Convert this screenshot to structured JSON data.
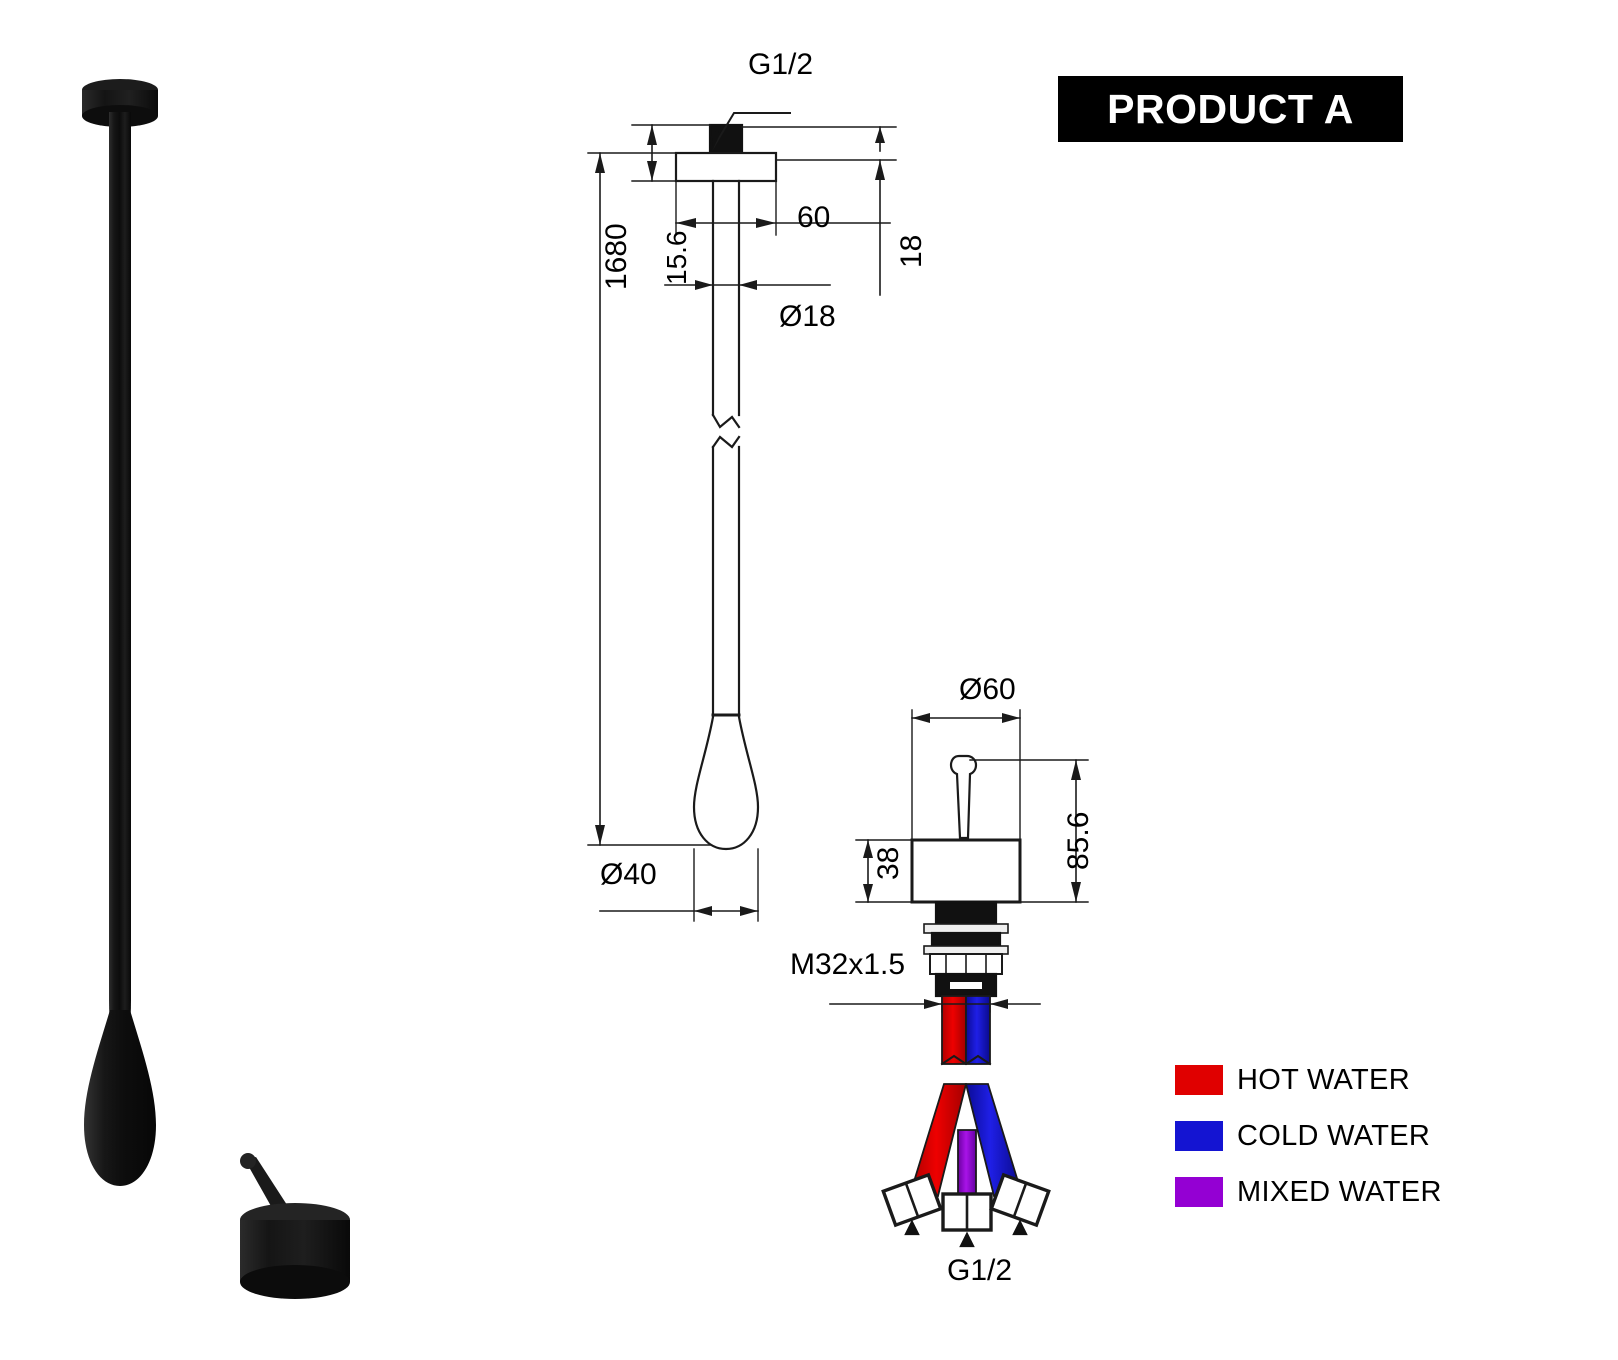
{
  "badge": {
    "label": "PRODUCT A"
  },
  "legend": {
    "items": [
      {
        "label": "HOT WATER",
        "color": "#e00000",
        "swatch_name": "hot-water"
      },
      {
        "label": "COLD WATER",
        "color": "#1414d2",
        "swatch_name": "cold-water"
      },
      {
        "label": "MIXED WATER",
        "color": "#9400d3",
        "swatch_name": "mixed-water"
      }
    ]
  },
  "spout_view": {
    "dimensions": {
      "inlet_thread": "G1/2",
      "overall_length": "1680",
      "flange_offset": "15.6",
      "flange_diameter": "60",
      "flange_thickness": "18",
      "tube_diameter": "Ø18",
      "outlet_diameter": "Ø40"
    }
  },
  "valve_view": {
    "dimensions": {
      "body_diameter": "Ø60",
      "body_height": "38",
      "total_height": "85.6",
      "shank_thread": "M32x1.5",
      "hose_thread": "G1/2"
    }
  },
  "colors": {
    "hot": "#e00000",
    "cold": "#1414d2",
    "mixed": "#9400d3",
    "line": "#1a1a1a",
    "product_black": "#121212"
  }
}
